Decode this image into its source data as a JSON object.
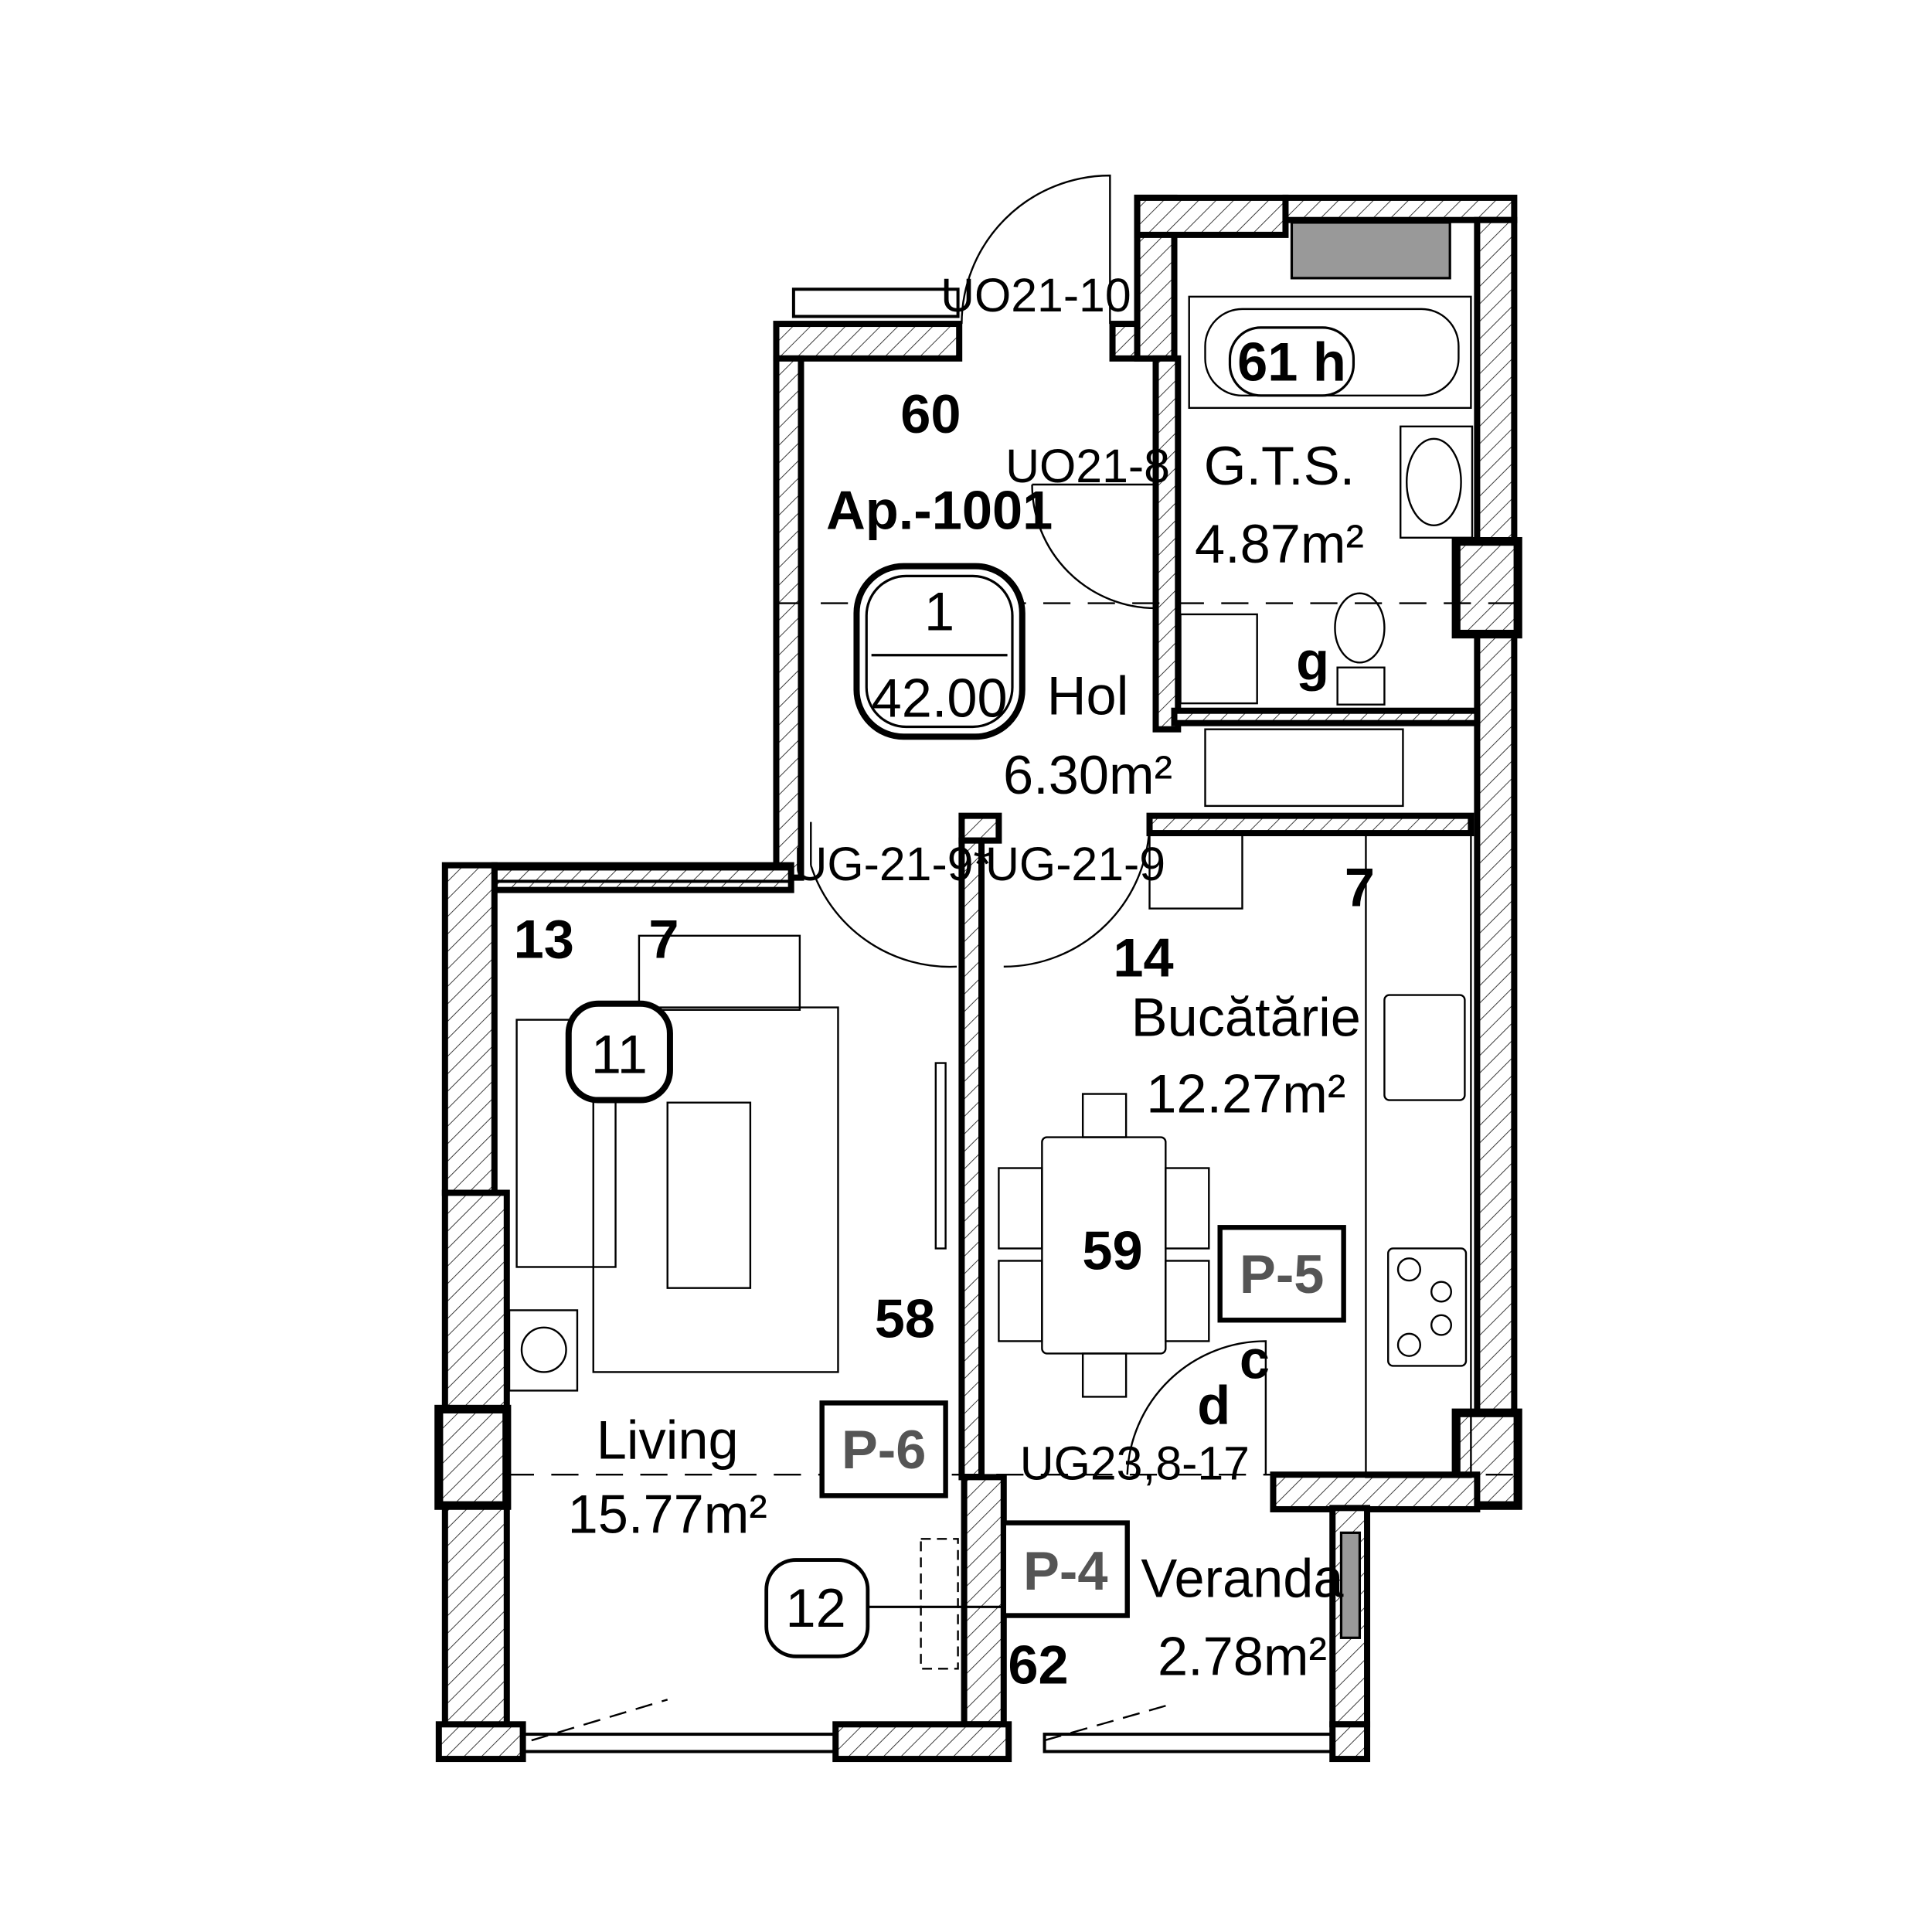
{
  "apartment": {
    "name": "Ap.-1001",
    "badge_number": "1",
    "badge_area": "42.00"
  },
  "rooms": {
    "hol": {
      "name": "Hol",
      "area": "6.30m²"
    },
    "gts": {
      "name": "G.T.S.",
      "area": "4.87m²"
    },
    "bucatarie": {
      "name": "Bucătărie",
      "area": "12.27m²"
    },
    "living": {
      "name": "Living",
      "area": "15.77m²"
    },
    "veranda": {
      "name": "Veranda",
      "area": "2.78m²"
    }
  },
  "doors": {
    "entry": "UO21-10",
    "bath": "UO21-8",
    "living_door": "UG-21-9*",
    "kitchen_door": "UG-21-9",
    "veranda_door": "UG23,8-17"
  },
  "tags": {
    "p4": "P-4",
    "p5": "P-5",
    "p6": "P-6",
    "c11": "11",
    "c12": "12"
  },
  "markers": {
    "m60": "60",
    "m61": "61 h",
    "g": "g",
    "m7a": "7",
    "m14": "14",
    "m13": "13",
    "m7b": "7",
    "m59": "59",
    "m58": "58",
    "c": "c",
    "d": "d",
    "m62": "62"
  }
}
